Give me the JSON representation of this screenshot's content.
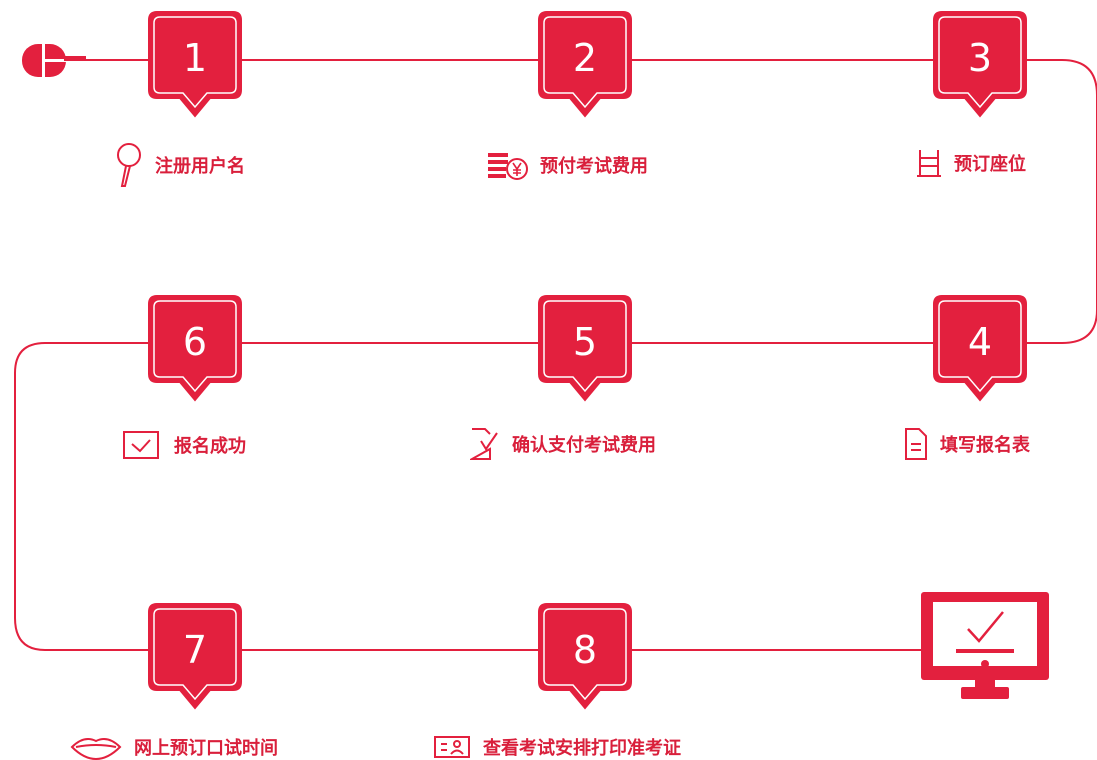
{
  "colors": {
    "accent": "#e3203e",
    "text": "#d91f3b"
  },
  "start_icon": "mouse-icon",
  "end_icon": "monitor-check-icon",
  "steps": [
    {
      "number": "1",
      "label": "注册用户名",
      "icon": "magnifier-icon"
    },
    {
      "number": "2",
      "label": "预付考试费用",
      "icon": "coins-yen-icon"
    },
    {
      "number": "3",
      "label": "预订座位",
      "icon": "seat-icon"
    },
    {
      "number": "4",
      "label": "填写报名表",
      "icon": "document-icon"
    },
    {
      "number": "5",
      "label": "确认支付考试费用",
      "icon": "signed-document-icon"
    },
    {
      "number": "6",
      "label": "报名成功",
      "icon": "checkbox-icon"
    },
    {
      "number": "7",
      "label": "网上预订口试时间",
      "icon": "lips-icon"
    },
    {
      "number": "8",
      "label": "查看考试安排打印准考证",
      "icon": "id-card-icon"
    }
  ]
}
